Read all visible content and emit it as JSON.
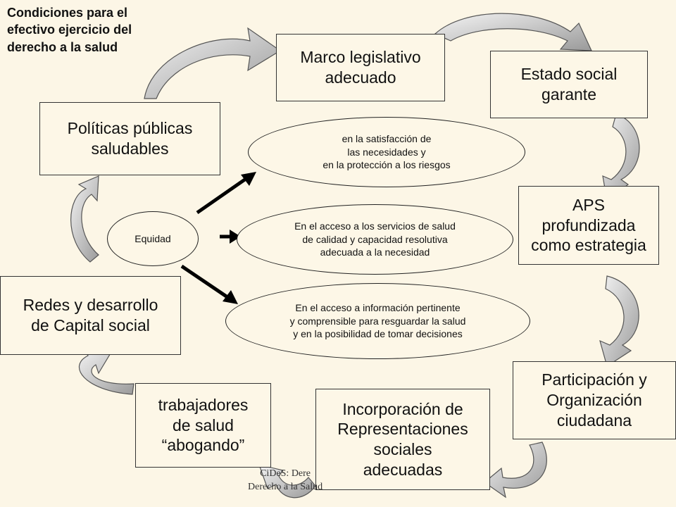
{
  "title": "Condiciones para el\nefectivo ejercicio del\nderecho a la salud",
  "boxes": {
    "marco": "Marco legislativo\nadecuado",
    "estado": "Estado social\ngarante",
    "politicas": "Políticas públicas\nsaludables",
    "aps": "APS\nprofundizada\ncomo estrategia",
    "redes": "Redes y desarrollo\nde Capital social",
    "participacion": "Participación y\nOrganización\nciudadana",
    "trabajadores": "trabajadores\nde salud\n“abogando”",
    "incorporacion": "Incorporación de\nRepresentaciones\nsociales\nadecuadas"
  },
  "center": {
    "equidad": "Equidad",
    "top": "en la satisfacción de\nlas necesidades y\nen la protección a los riesgos",
    "middle": "En el acceso a los servicios de salud\nde calidad y capacidad resolutiva\nadecuada a la necesidad",
    "bottom": "En el acceso a información pertinente\ny comprensible para resguardar la salud\ny en la posibilidad de tomar decisiones"
  },
  "footer": "CiDeS: Dere\nDerecho a la Salud"
}
